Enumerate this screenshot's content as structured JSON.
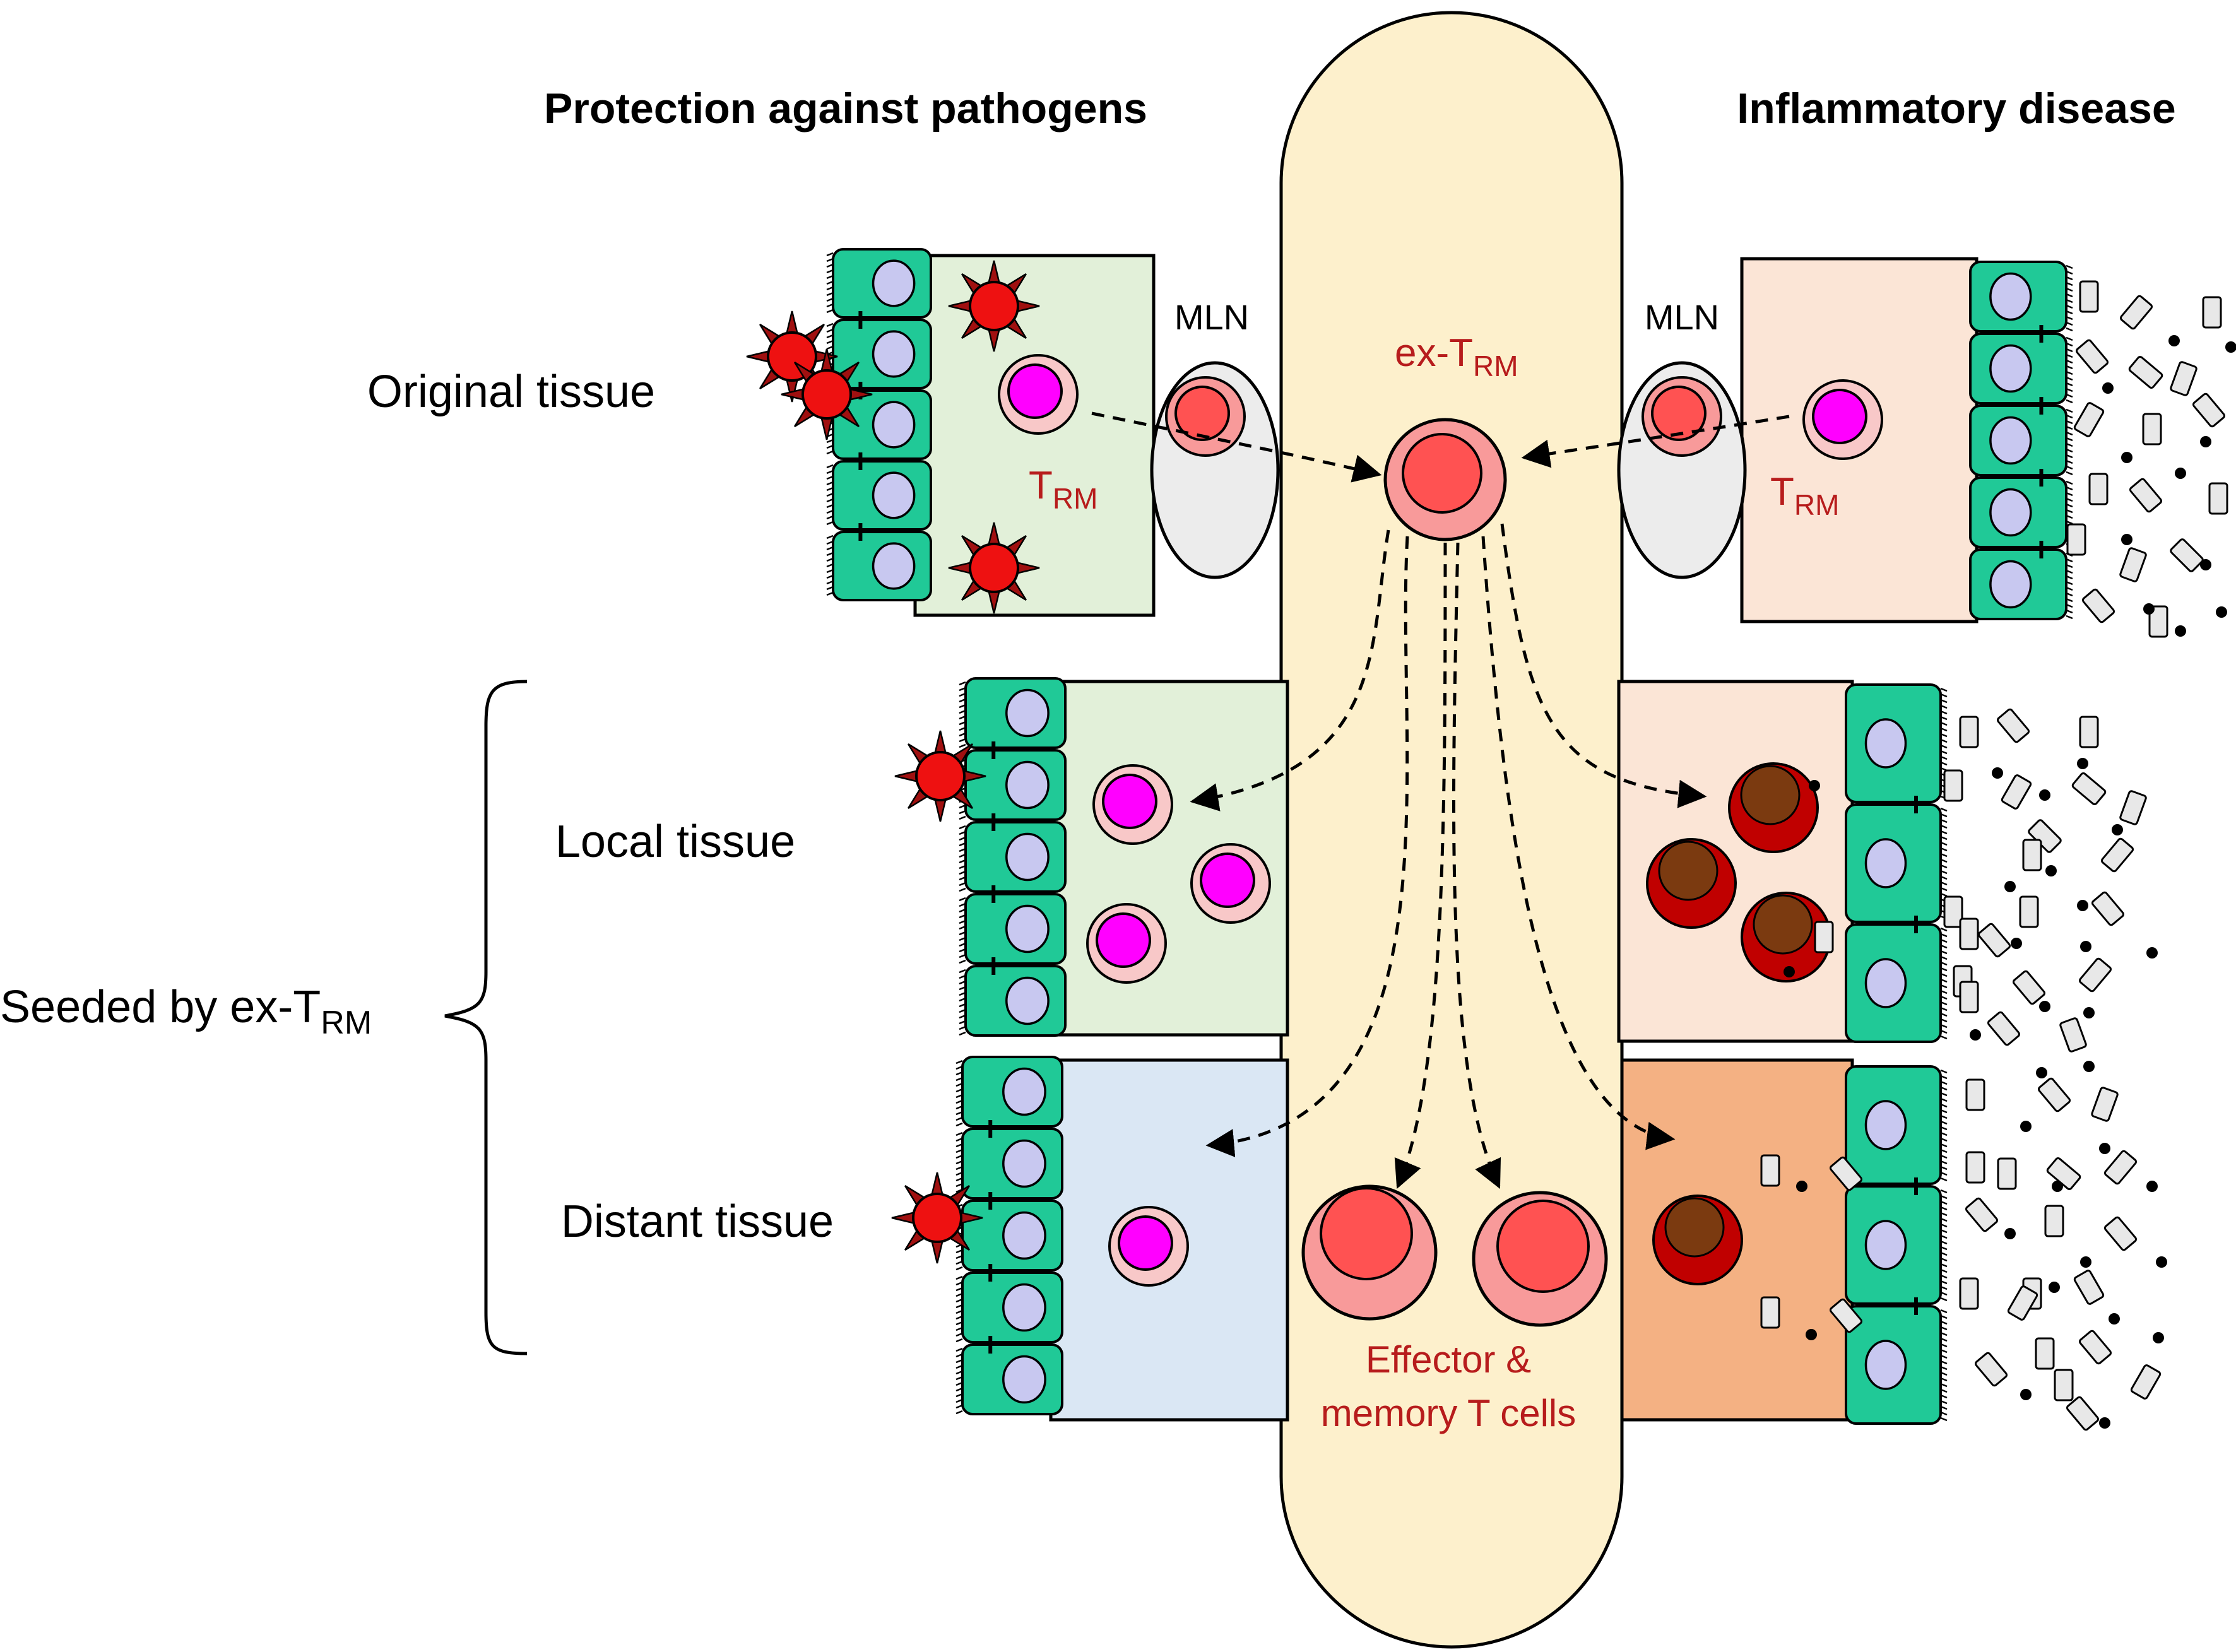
{
  "headers": {
    "left": "Protection against pathogens",
    "right": "Inflammatory disease"
  },
  "rows": {
    "original": "Original tissue",
    "local": "Local tissue",
    "distant": "Distant tissue"
  },
  "seeded": {
    "main": "Seeded by ex-T",
    "sub": "RM"
  },
  "mln_left": "MLN",
  "mln_right": "MLN",
  "trm_left": {
    "main": "T",
    "sub": "RM"
  },
  "trm_right": {
    "main": "T",
    "sub": "RM"
  },
  "ex_trm": {
    "main": "ex-T",
    "sub": "RM"
  },
  "effector": {
    "line1": "Effector &",
    "line2": "memory T cells"
  },
  "colors": {
    "epithelium": "#20c997",
    "nucleus": "#c8c8f0",
    "trm_nucleus": "#ff00ff",
    "trm_body": "#f8c8c8",
    "t_cell_core": "#ff5252",
    "t_cell_body": "#f89a9a",
    "pathogen": "#ee1111",
    "blood_vessel": "#fdf0cc",
    "inflamed_core": "#7b3a10",
    "inflamed_body": "#c00000",
    "green_tissue": "#e2f0d9",
    "peach_tissue": "#fbe5d6",
    "blue_tissue": "#dae7f4",
    "orange_tissue": "#f4b183"
  }
}
